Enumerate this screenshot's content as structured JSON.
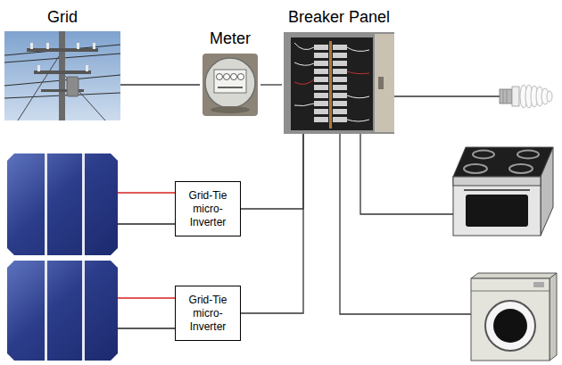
{
  "diagram": {
    "nodes": [
      {
        "text": [
          "Grid"
        ]
      },
      {
        "text": [
          "Meter"
        ]
      },
      {
        "text": [
          "Breaker Panel"
        ]
      },
      {
        "text": [
          "Grid-Tie micro- Inverter"
        ]
      },
      {
        "text": [
          "Grid-Tie micro- Inverter"
        ]
      }
    ],
    "edges": [
      {
        "from": 0,
        "to": 1,
        "arrow": "none"
      },
      {
        "from": 1,
        "to": 2,
        "arrow": "none"
      },
      {
        "from": 3,
        "to": 2,
        "arrow": "none"
      },
      {
        "from": 4,
        "to": 2,
        "arrow": "none"
      }
    ]
  }
}
